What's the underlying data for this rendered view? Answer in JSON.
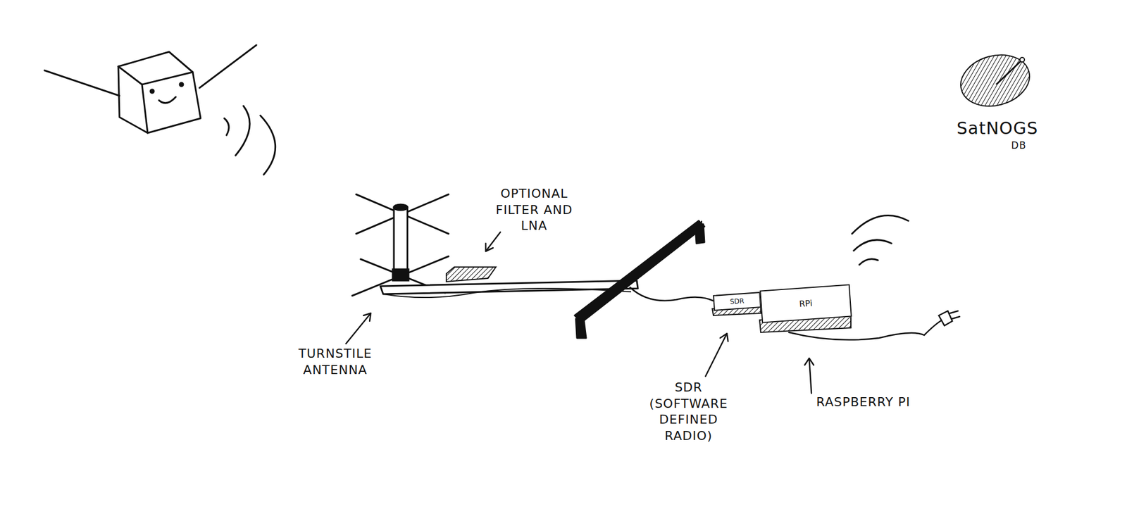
{
  "diagram": {
    "nodes": [
      {
        "text": [
          "SDR"
        ]
      },
      {
        "text": [
          "RPi"
        ]
      }
    ],
    "labels": [
      "OPTIONAL FILTER AND LNA",
      "TURNSTILE ANTENNA",
      "SDR (SOFTWARE DEFINED RADIO)",
      "RASPBERRY PI",
      "SatNOGS",
      "DB"
    ]
  }
}
